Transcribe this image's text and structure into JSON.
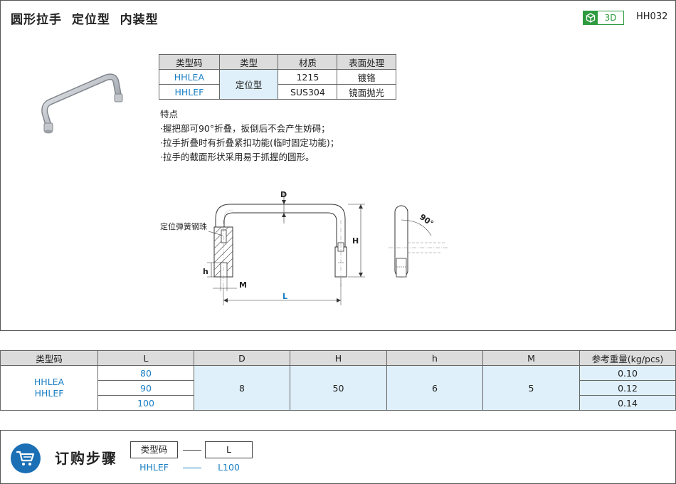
{
  "header": {
    "title": "圆形拉手  定位型  内装型",
    "badge_3d": "3D",
    "model_code": "HH032"
  },
  "spec_table": {
    "headers": [
      "类型码",
      "类型",
      "材质",
      "表面处理"
    ],
    "rows": [
      {
        "code": "HHLEA",
        "material": "1215",
        "surface": "镀铬"
      },
      {
        "code": "HHLEF",
        "material": "SUS304",
        "surface": "镜面抛光"
      }
    ],
    "type_value": "定位型"
  },
  "features": {
    "title": "特点",
    "items": [
      "·握把部可90°折叠，扳倒后不会产生妨碍；",
      "·拉手折叠时有折叠紧扣功能(临时固定功能)；",
      "·拉手的截面形状采用易于抓握的圆形。"
    ]
  },
  "drawing": {
    "label_spring": "定位弹簧钢珠",
    "dim_D": "D",
    "dim_H": "H",
    "dim_h": "h",
    "dim_M": "M",
    "dim_L": "L",
    "angle": "90°"
  },
  "size_table": {
    "headers": [
      "类型码",
      "L",
      "D",
      "H",
      "h",
      "M",
      "参考重量(kg/pcs)"
    ],
    "codes": [
      "HHLEA",
      "HHLEF"
    ],
    "L_values": [
      "80",
      "90",
      "100"
    ],
    "D": "8",
    "H": "50",
    "h": "6",
    "M": "5",
    "weights": [
      "0.10",
      "0.12",
      "0.14"
    ]
  },
  "order": {
    "title": "订购步骤",
    "box1": "类型码",
    "box2": "L",
    "val1": "HHLEF",
    "val2": "L100"
  },
  "colors": {
    "accent_blue": "#1a7fc4",
    "highlight": "#dff0fa",
    "header_gray": "#dcdcdc",
    "badge_green": "#2e9b3f",
    "cart_blue": "#1a6fb5"
  }
}
